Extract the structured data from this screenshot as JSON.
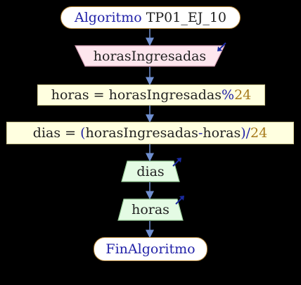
{
  "diagram": {
    "start": {
      "keyword": "Algoritmo",
      "name": "TP01_EJ_10"
    },
    "read": {
      "variable": "horasIngresadas"
    },
    "assign_horas": {
      "target": "horas",
      "equals": "=",
      "source": "horasIngresadas",
      "operator": "%",
      "operand": "24"
    },
    "assign_dias": {
      "target": "dias",
      "equals": "=",
      "paren_open": "(",
      "left": "horasIngresadas",
      "minus": "-",
      "right": "horas",
      "paren_close": ")",
      "operator": "/",
      "operand": "24"
    },
    "write_dias": {
      "variable": "dias"
    },
    "write_horas": {
      "variable": "horas"
    },
    "end": {
      "label": "FinAlgoritmo"
    }
  },
  "colors": {
    "background": "#000000",
    "connector": "#6f8fd0",
    "keyword": "#2222a8",
    "number": "#a6791a",
    "read_fill": "#fde6ee",
    "write_fill": "#e4fbe4",
    "process_fill": "#ffffe0",
    "terminal_border": "#b98a3c"
  },
  "icons": {
    "read_indicator": "arrow-down-left-icon",
    "write_indicator": "arrow-up-right-icon"
  }
}
